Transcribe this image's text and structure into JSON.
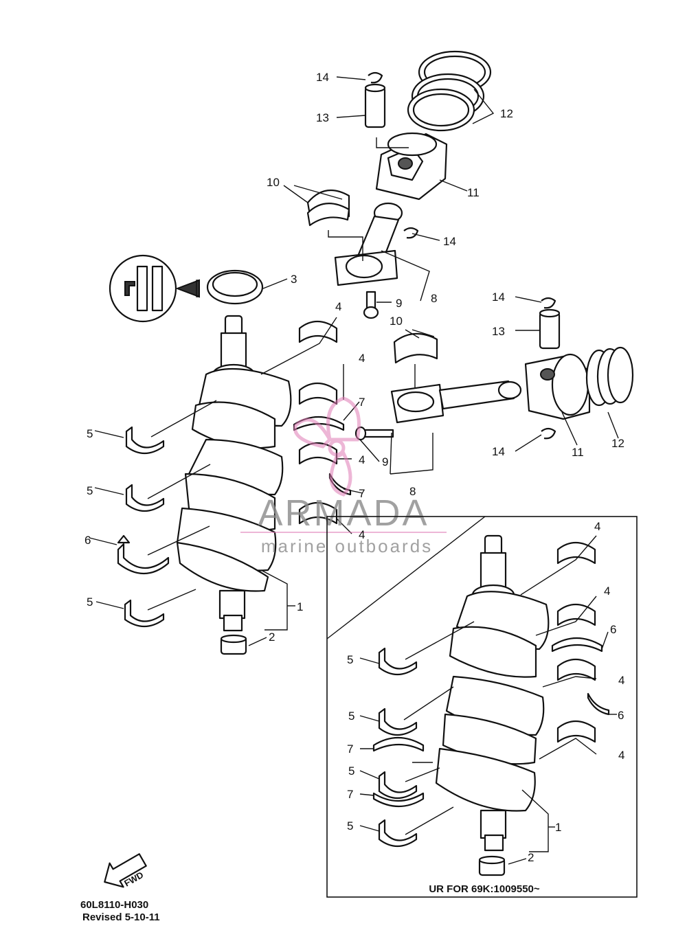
{
  "diagram": {
    "callouts": {
      "c14a": "14",
      "c13a": "13",
      "c12a": "12",
      "c11a": "11",
      "c10a": "10",
      "c14b": "14",
      "c3": "3",
      "c9a": "9",
      "c8a": "8",
      "c4a": "4",
      "c14c": "14",
      "c13b": "13",
      "c10b": "10",
      "c4b": "4",
      "c7a": "7",
      "c5a": "5",
      "c4c": "4",
      "c9b": "9",
      "c14d": "14",
      "c11b": "11",
      "c12b": "12",
      "c5b": "5",
      "c7b": "7",
      "c8b": "8",
      "c6a": "6",
      "c4d": "4",
      "c1a": "1",
      "c5c": "5",
      "c2a": "2",
      "i4a": "4",
      "i4b": "4",
      "i6a": "6",
      "i5a": "5",
      "i4c": "4",
      "i6b": "6",
      "i5b": "5",
      "i7a": "7",
      "i4d": "4",
      "i5c": "5",
      "i7b": "7",
      "i1": "1",
      "i5d": "5",
      "i2": "2"
    },
    "fwd_label": "FWD",
    "inset_caption": "UR FOR 69K:1009550~",
    "drawing_code": "60L8110-H030",
    "revision": "Revised 5-10-11"
  },
  "watermark": {
    "brand": "ARMADA",
    "tagline": "marine outboards",
    "color": "#e07bb5"
  },
  "colors": {
    "ink": "#111111",
    "paper": "#ffffff",
    "frame": "#111111"
  }
}
